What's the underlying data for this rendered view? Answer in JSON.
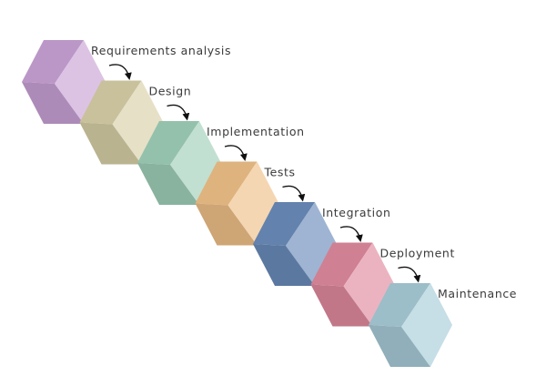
{
  "diagram": {
    "stages": [
      {
        "label": "Requirements analysis",
        "color": "#c9a2d6"
      },
      {
        "label": "Design",
        "color": "#d8d0a8"
      },
      {
        "label": "Implementation",
        "color": "#9fd0b8"
      },
      {
        "label": "Tests",
        "color": "#f0c088"
      },
      {
        "label": "Integration",
        "color": "#6a8cba"
      },
      {
        "label": "Deployment",
        "color": "#e08a9e"
      },
      {
        "label": "Maintenance",
        "color": "#a8ccd8"
      }
    ],
    "arrow_color": "#111111",
    "label_color": "#3a3a3a",
    "background": "#ffffff"
  }
}
